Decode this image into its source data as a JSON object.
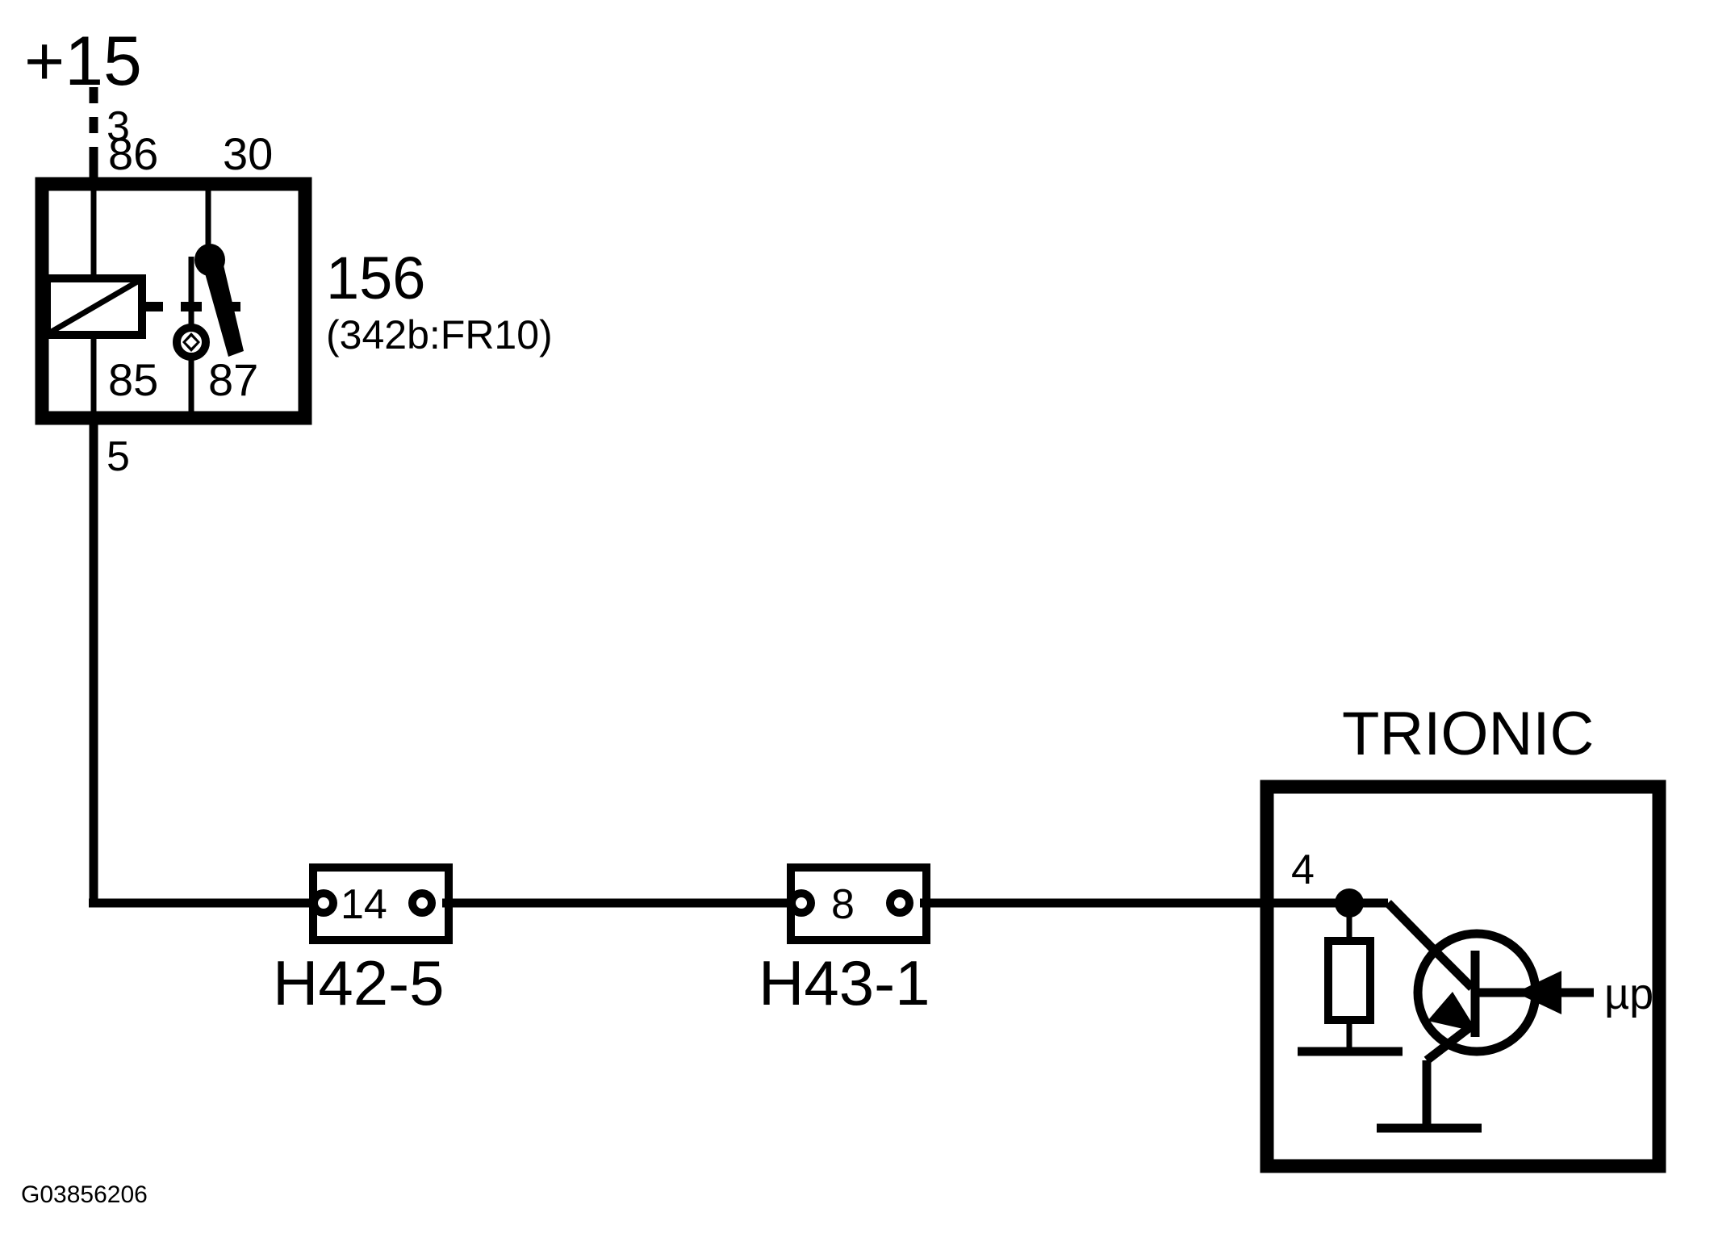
{
  "diagram": {
    "figure_id": "G03856206",
    "supply_label": "+15",
    "supply_pin": "3",
    "relay": {
      "id": "156",
      "sub_id": "(342b:FR10)",
      "terminals": {
        "coil_top": "86",
        "switch_common": "30",
        "coil_bottom": "85",
        "switch_no": "87"
      },
      "output_wire_pin": "5"
    },
    "connectors": [
      {
        "name": "H42-5",
        "pin": "14"
      },
      {
        "name": "H43-1",
        "pin": "8"
      }
    ],
    "module": {
      "name": "TRIONIC",
      "pin": "4",
      "signal_label": "µp"
    },
    "colors": {
      "ink": "#000000",
      "paper": "#ffffff"
    }
  }
}
